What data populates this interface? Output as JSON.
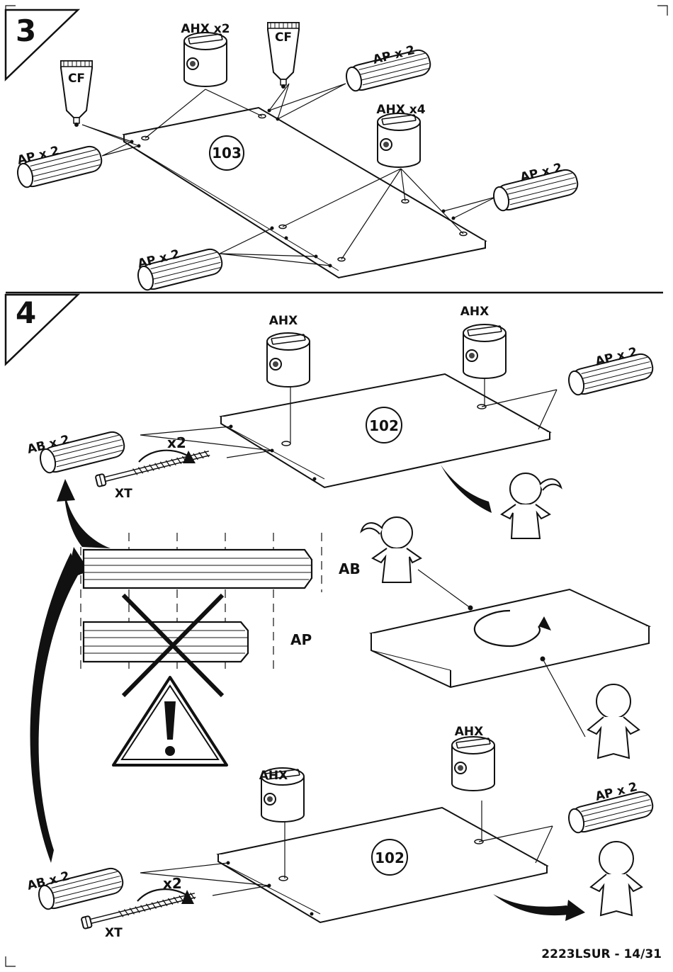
{
  "steps": [
    {
      "number": "3",
      "panel_part": "103",
      "labels": {
        "ahx_a": "AHX x2",
        "ahx_b": "AHX x4",
        "cf_a": "CF",
        "cf_b": "CF",
        "ap_left": "AP x 2",
        "ap_top": "AP x 2",
        "ap_right": "AP x 2",
        "ap_bottom": "AP x 2"
      }
    },
    {
      "number": "4",
      "upper": {
        "panel_part": "102",
        "ahx_left": "AHX",
        "ahx_right": "AHX",
        "ap": "AP x 2",
        "ab": "AB x 2",
        "multiplier": "x2",
        "screw": "XT"
      },
      "comparison": {
        "ab_label": "AB",
        "ap_label": "AP"
      },
      "lower": {
        "panel_part": "102",
        "ahx_left": "AHX",
        "ahx_right": "AHX",
        "ap": "AP x 2",
        "ab": "AB x 2",
        "multiplier": "x2",
        "screw": "XT"
      }
    }
  ],
  "footer": "2223LSUR - 14/31",
  "icons": [
    "warning-triangle-icon",
    "rotate-arrow-icon",
    "child-figure-icon",
    "cam-lock-icon",
    "dowel-icon",
    "glue-tube-icon",
    "screw-icon"
  ]
}
